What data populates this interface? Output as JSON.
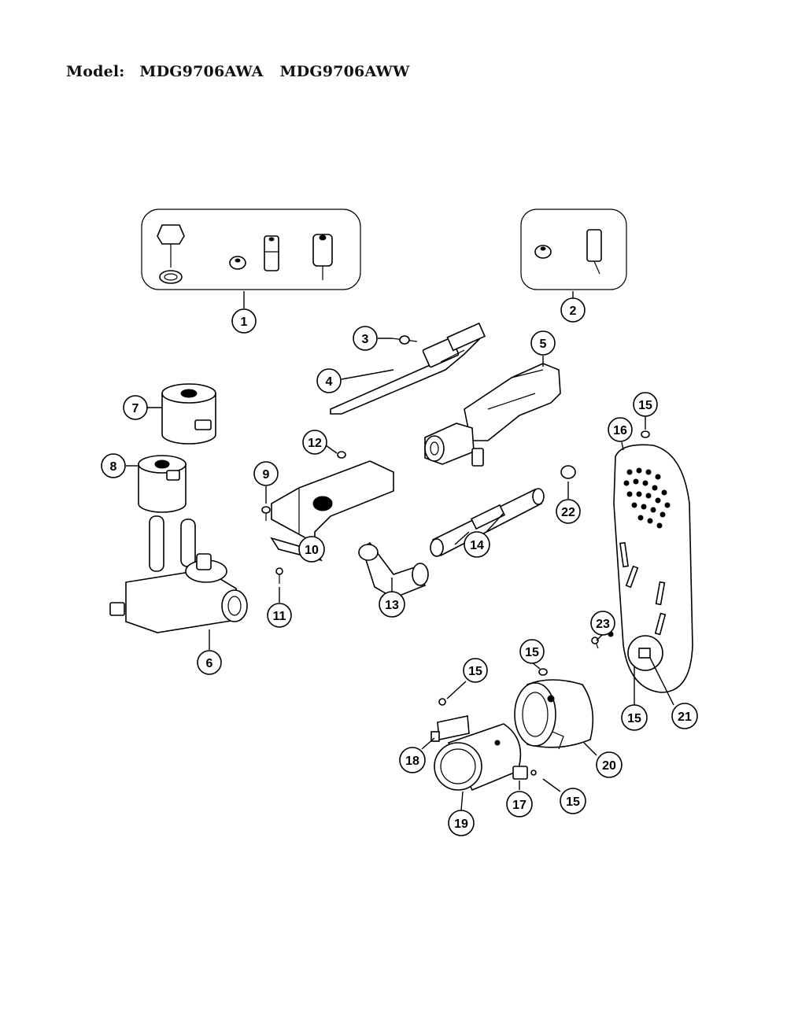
{
  "header": {
    "label": "Model:",
    "models": [
      "MDG9706AWA",
      "MDG9706AWW"
    ]
  },
  "callouts": [
    {
      "id": "c1",
      "num": "1"
    },
    {
      "id": "c2",
      "num": "2"
    },
    {
      "id": "c3",
      "num": "3"
    },
    {
      "id": "c4",
      "num": "4"
    },
    {
      "id": "c5",
      "num": "5"
    },
    {
      "id": "c6",
      "num": "6"
    },
    {
      "id": "c7",
      "num": "7"
    },
    {
      "id": "c8",
      "num": "8"
    },
    {
      "id": "c9",
      "num": "9"
    },
    {
      "id": "c10",
      "num": "10"
    },
    {
      "id": "c11",
      "num": "11"
    },
    {
      "id": "c12",
      "num": "12"
    },
    {
      "id": "c13",
      "num": "13"
    },
    {
      "id": "c14",
      "num": "14"
    },
    {
      "id": "c15a",
      "num": "15"
    },
    {
      "id": "c15b",
      "num": "15"
    },
    {
      "id": "c15c",
      "num": "15"
    },
    {
      "id": "c15d",
      "num": "15"
    },
    {
      "id": "c15e",
      "num": "15"
    },
    {
      "id": "c16",
      "num": "16"
    },
    {
      "id": "c17",
      "num": "17"
    },
    {
      "id": "c18",
      "num": "18"
    },
    {
      "id": "c19",
      "num": "19"
    },
    {
      "id": "c20",
      "num": "20"
    },
    {
      "id": "c21",
      "num": "21"
    },
    {
      "id": "c22",
      "num": "22"
    },
    {
      "id": "c23",
      "num": "23"
    }
  ]
}
